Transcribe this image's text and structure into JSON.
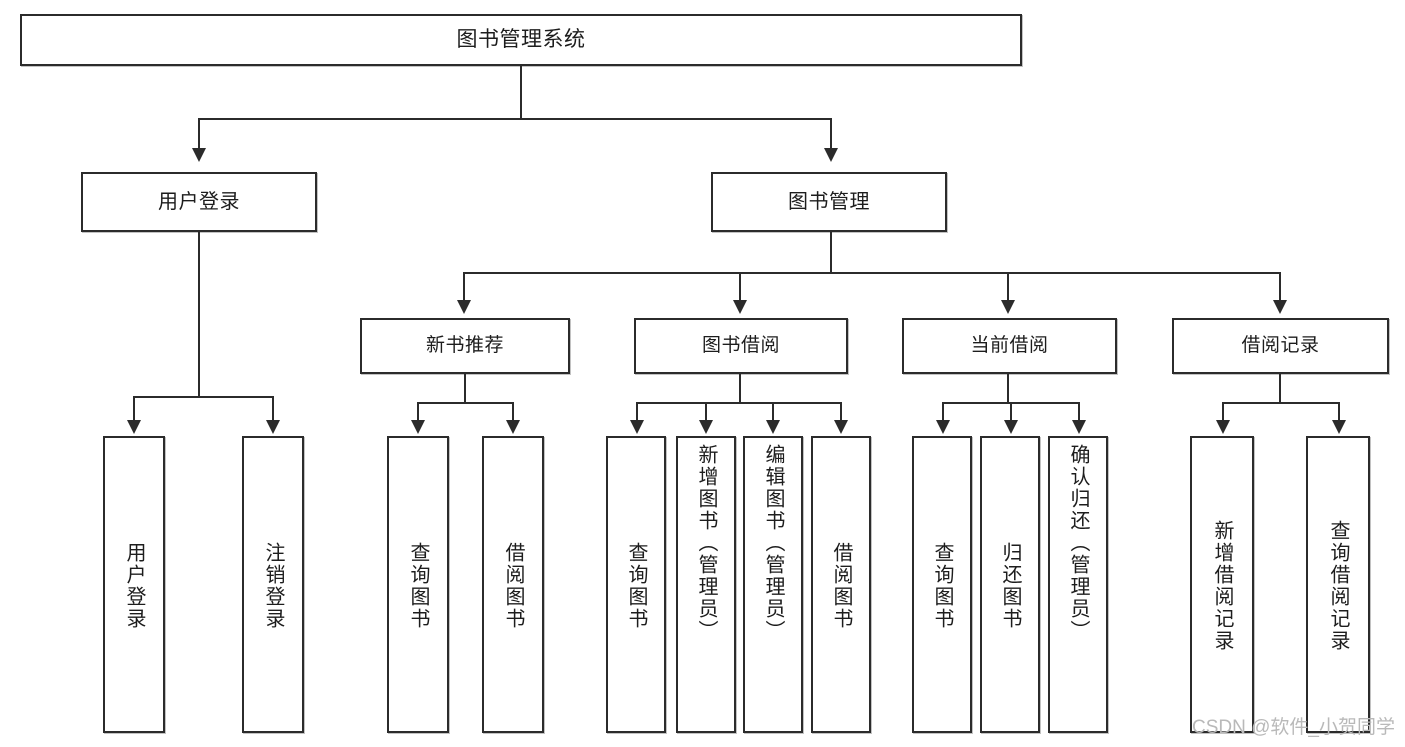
{
  "diagram": {
    "type": "tree-hierarchy",
    "title": "图书管理系统",
    "orientation": "top-down",
    "colors": {
      "box_border": "#2b2b2b",
      "box_fill": "#ffffff",
      "connector": "#2b2b2b",
      "text": "#1d1d1d",
      "watermark": "#b9b9b9",
      "background": "#ffffff"
    }
  },
  "root": {
    "label": "图书管理系统"
  },
  "level1": [
    {
      "label": "用户登录"
    },
    {
      "label": "图书管理"
    }
  ],
  "level2": [
    {
      "label": "新书推荐"
    },
    {
      "label": "图书借阅"
    },
    {
      "label": "当前借阅"
    },
    {
      "label": "借阅记录"
    }
  ],
  "leaves": {
    "user_login": [
      {
        "label": "用户登录"
      },
      {
        "label": "注销登录"
      }
    ],
    "new_book_recommend": [
      {
        "label": "查询图书"
      },
      {
        "label": "借阅图书"
      }
    ],
    "book_borrow": [
      {
        "label": "查询图书"
      },
      {
        "label": "新增图书（管理员）"
      },
      {
        "label": "编辑图书（管理员）"
      },
      {
        "label": "借阅图书"
      }
    ],
    "current_borrow": [
      {
        "label": "查询图书"
      },
      {
        "label": "归还图书"
      },
      {
        "label": "确认归还（管理员）"
      }
    ],
    "borrow_record": [
      {
        "label": "新增借阅记录"
      },
      {
        "label": "查询借阅记录"
      }
    ]
  },
  "watermark": {
    "text": "CSDN @软件_小贺同学"
  }
}
